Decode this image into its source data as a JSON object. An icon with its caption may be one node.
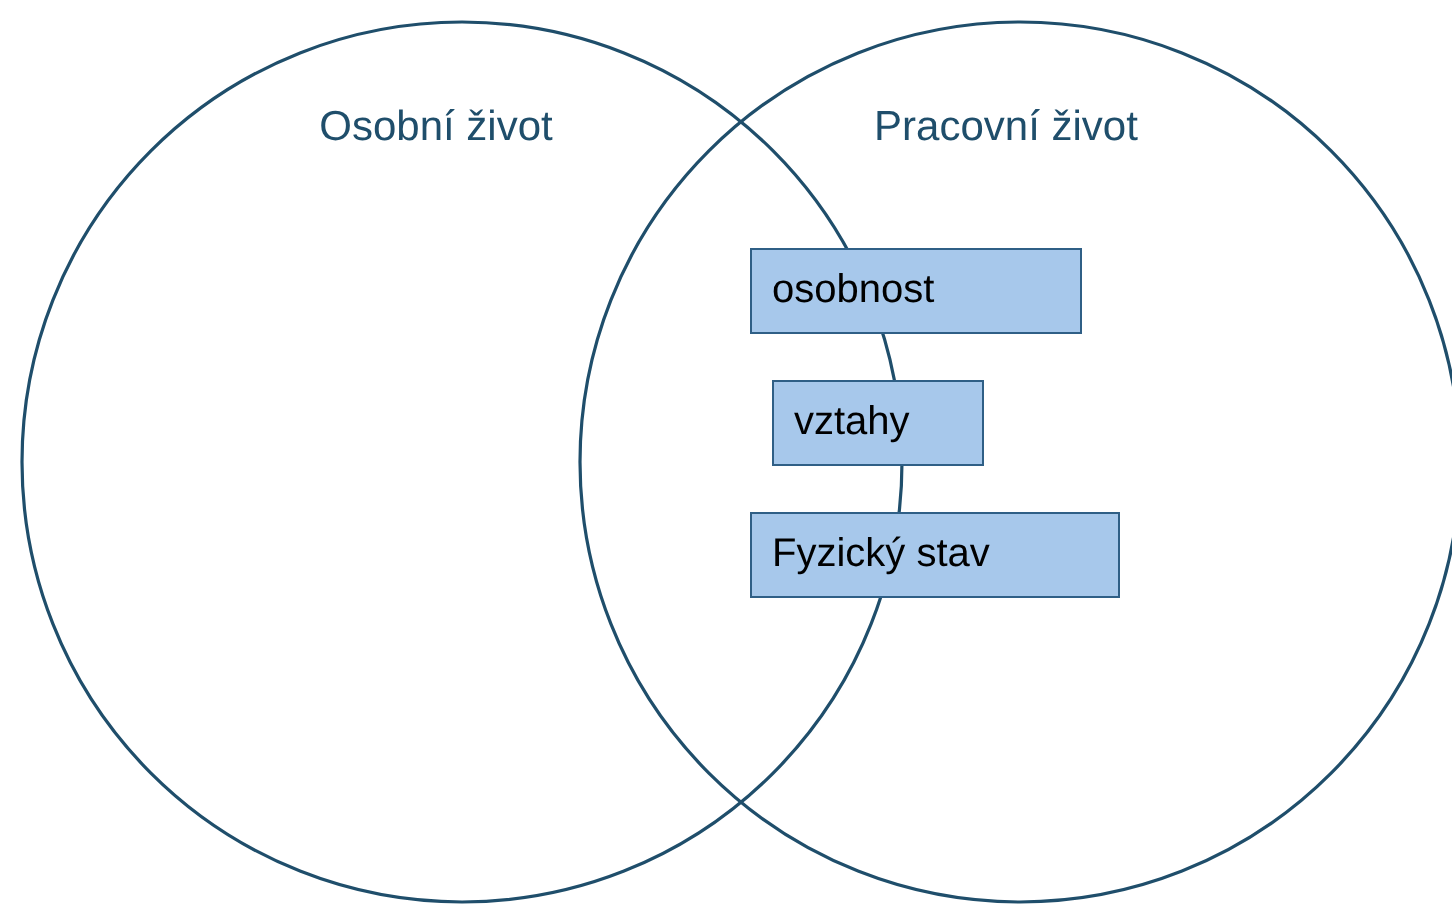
{
  "diagram": {
    "nodes": [
      {
        "text": [
          "Osobní život"
        ]
      },
      {
        "text": [
          "Pracovní život"
        ]
      },
      {
        "text": [
          "osobnost"
        ],
        "in": 1
      },
      {
        "text": [
          "vztahy"
        ],
        "in": 1
      },
      {
        "text": [
          "Fyzický stav"
        ],
        "in": 1
      }
    ]
  }
}
